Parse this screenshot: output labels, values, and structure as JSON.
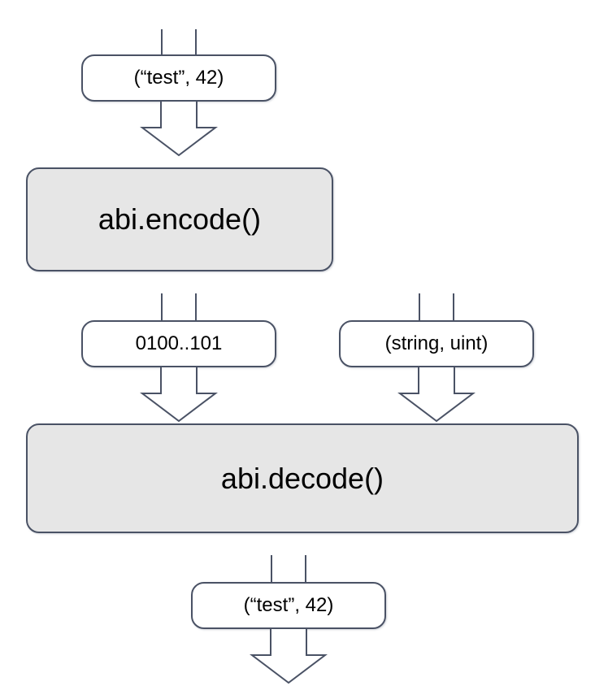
{
  "diagram": {
    "title": "abi.encode / abi.decode data flow",
    "background": "#ffffff",
    "stroke_color": "#4a5265",
    "process_fill": "#e6e6e6",
    "value_fill": "#ffffff",
    "text_color": "#000000"
  },
  "nodes": {
    "input_tuple": {
      "label": "(“test”, 42)",
      "kind": "value"
    },
    "encode": {
      "label": "abi.encode()",
      "kind": "process"
    },
    "encoded_bytes": {
      "label": "0100..101",
      "kind": "value"
    },
    "type_tuple": {
      "label": "(string, uint)",
      "kind": "value"
    },
    "decode": {
      "label": "abi.decode()",
      "kind": "process"
    },
    "output_tuple": {
      "label": "(“test”, 42)",
      "kind": "value"
    }
  },
  "connectors": {
    "top_inlet": {
      "name": "shaft-into-input-tuple"
    },
    "input_to_encode": {
      "name": "arrow-input-to-encode"
    },
    "encode_to_bytes": {
      "name": "shaft-encode-to-bytes"
    },
    "bytes_to_decode": {
      "name": "arrow-bytes-to-decode"
    },
    "types_inlet": {
      "name": "shaft-into-type-tuple"
    },
    "types_to_decode": {
      "name": "arrow-types-to-decode"
    },
    "decode_to_output": {
      "name": "shaft-decode-to-output"
    },
    "output_outlet": {
      "name": "arrow-output-downward"
    }
  }
}
